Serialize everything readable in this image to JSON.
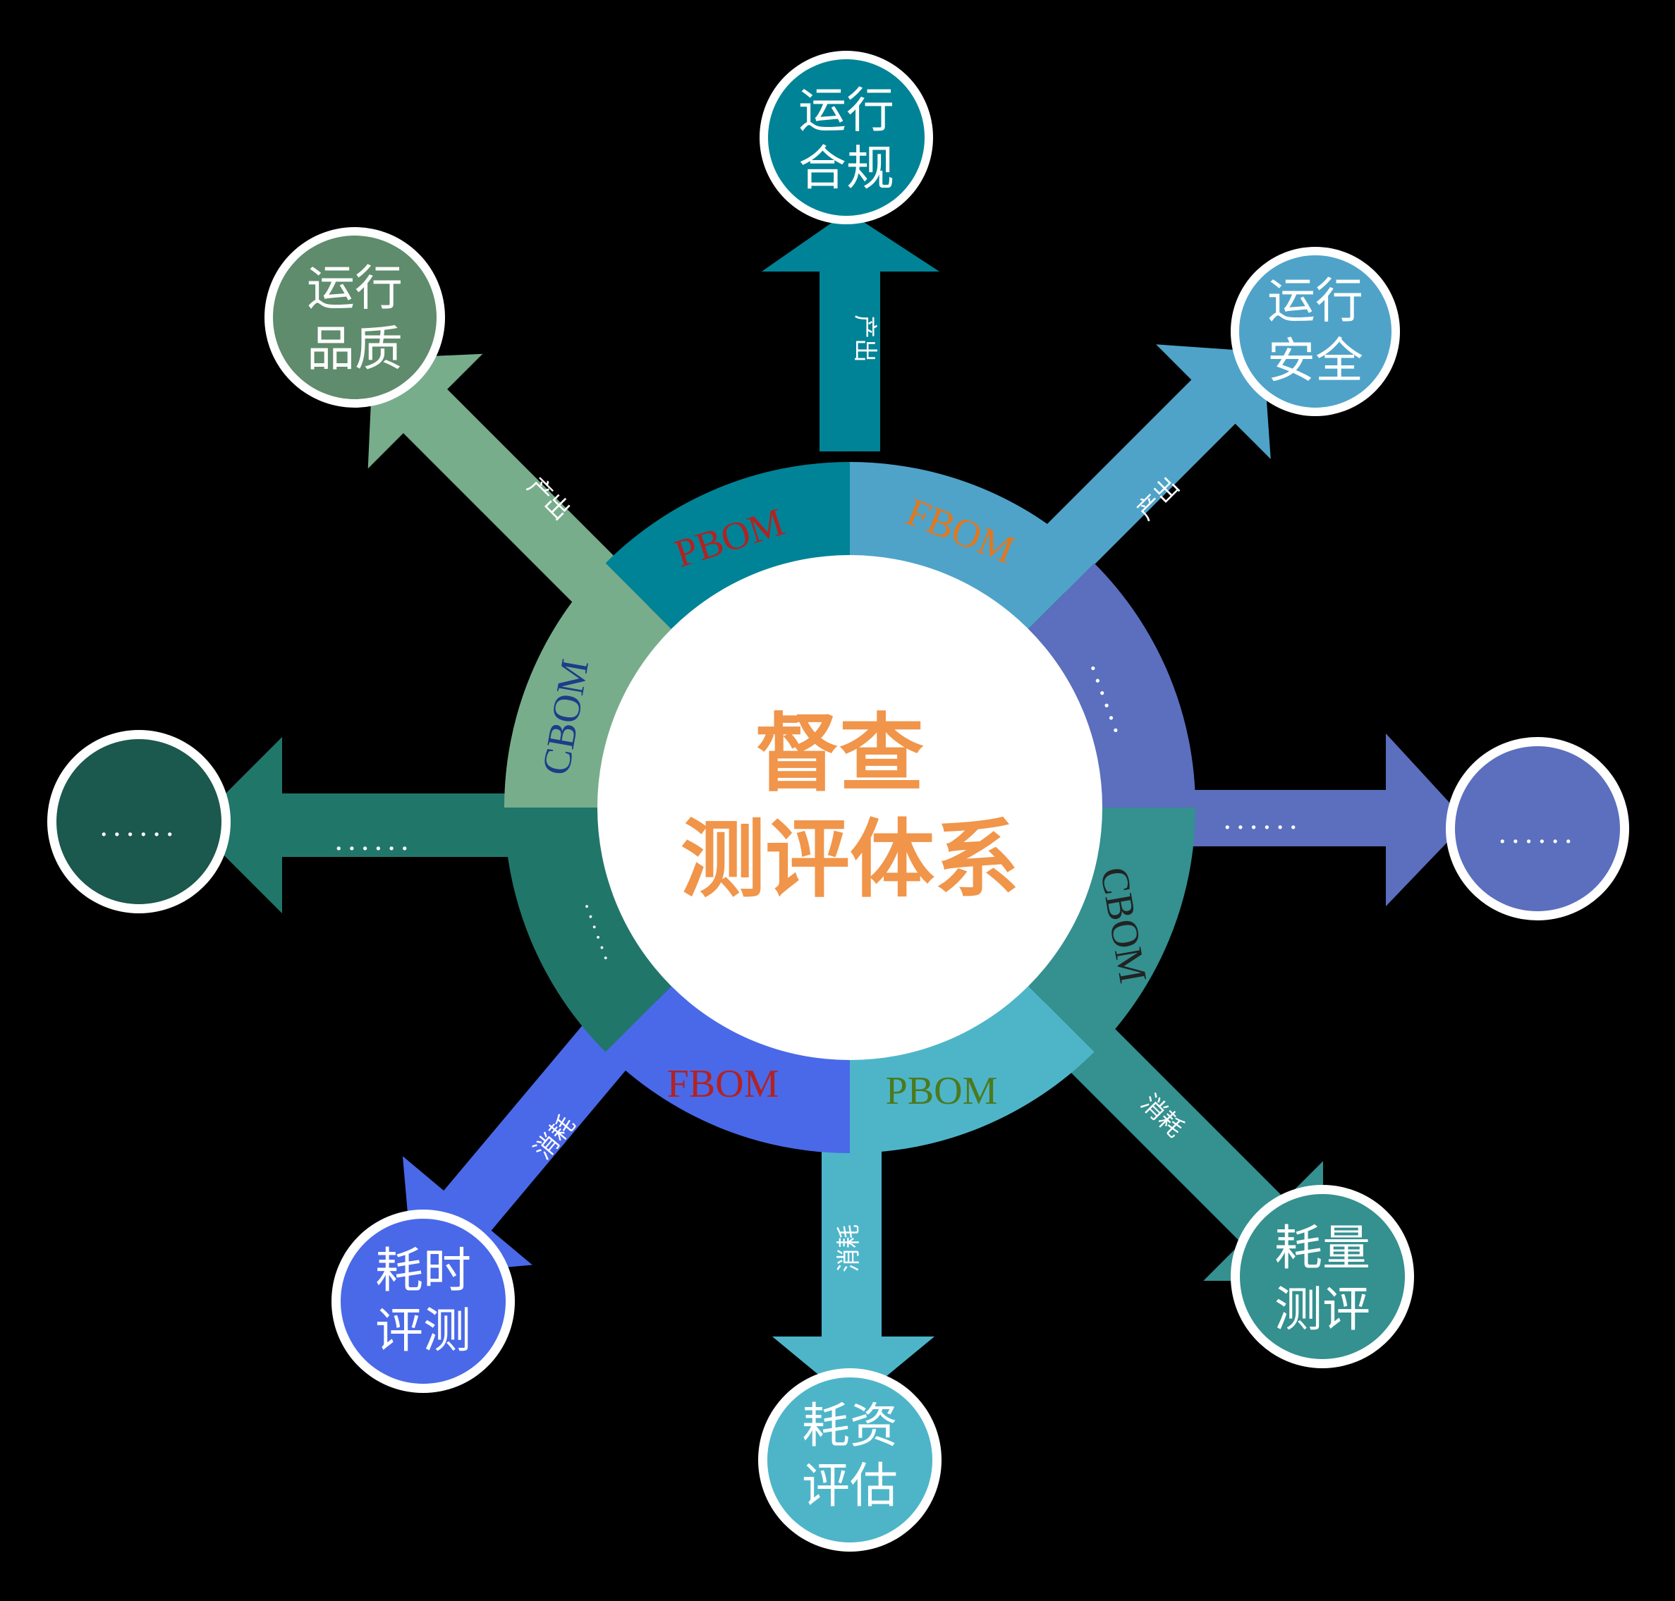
{
  "center": {
    "line1": "督查",
    "line2": "测评体系",
    "color": "#f0954a"
  },
  "ring_segments": [
    {
      "id": "top-left",
      "label": "PBOM",
      "color": "#008396",
      "text_color": "#b22222"
    },
    {
      "id": "top-right",
      "label": "FBOM",
      "color": "#4fa3c9",
      "text_color": "#e07820"
    },
    {
      "id": "right-upper",
      "label": "......",
      "color": "#5b6fbe",
      "text_color": "#0fa38f"
    },
    {
      "id": "right-lower",
      "label": "CBOM",
      "color": "#359090",
      "text_color": "#222222"
    },
    {
      "id": "bottom-right",
      "label": "PBOM",
      "color": "#4eb5c9",
      "text_color": "#4b7a1e"
    },
    {
      "id": "bottom-left",
      "label": "FBOM",
      "color": "#4a69e8",
      "text_color": "#b22222"
    },
    {
      "id": "left-lower",
      "label": "......",
      "color": "#21766a",
      "text_color": "#ffffff"
    },
    {
      "id": "left-upper",
      "label": "CBOM",
      "color": "#78ad8c",
      "text_color": "#1d3c8a"
    }
  ],
  "arrows": [
    {
      "id": "up",
      "label": "产出",
      "color": "#008396"
    },
    {
      "id": "up-right",
      "label": "产出",
      "color": "#4fa3c9"
    },
    {
      "id": "up-left",
      "label": "产出",
      "color": "#78ad8c"
    },
    {
      "id": "right",
      "label": "......",
      "color": "#5b6fbe"
    },
    {
      "id": "left",
      "label": "......",
      "color": "#21766a"
    },
    {
      "id": "down",
      "label": "消耗",
      "color": "#4eb5c9"
    },
    {
      "id": "down-right",
      "label": "消耗",
      "color": "#359090"
    },
    {
      "id": "down-left",
      "label": "消耗",
      "color": "#4a69e8"
    }
  ],
  "nodes": [
    {
      "id": "top",
      "line1": "运行",
      "line2": "合规",
      "color": "#008396"
    },
    {
      "id": "top-right",
      "line1": "运行",
      "line2": "安全",
      "color": "#4fa3c9"
    },
    {
      "id": "top-left",
      "line1": "运行",
      "line2": "品质",
      "color": "#5f8c6c"
    },
    {
      "id": "right",
      "line1": "......",
      "line2": "",
      "color": "#5b6fbe"
    },
    {
      "id": "left",
      "line1": "......",
      "line2": "",
      "color": "#1b584e"
    },
    {
      "id": "bottom",
      "line1": "耗资",
      "line2": "评估",
      "color": "#4eb5c9"
    },
    {
      "id": "bottom-right",
      "line1": "耗量",
      "line2": "测评",
      "color": "#359090"
    },
    {
      "id": "bottom-left",
      "line1": "耗时",
      "line2": "评测",
      "color": "#4a69e8"
    }
  ],
  "background": "#000000"
}
